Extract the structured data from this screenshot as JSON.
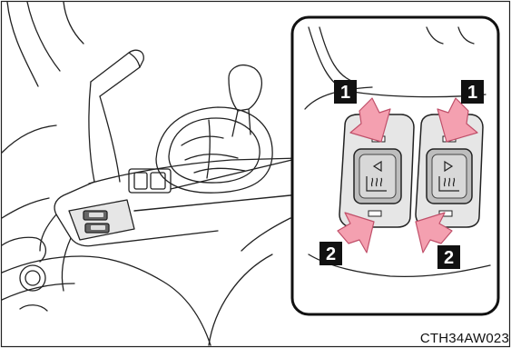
{
  "figure": {
    "caption": "CTH34AW023",
    "steps": [
      {
        "number": "1"
      },
      {
        "number": "1"
      },
      {
        "number": "2"
      },
      {
        "number": "2"
      }
    ]
  },
  "colors": {
    "arrow_fill": "#F4A0B0",
    "arrow_stroke": "#C0506A",
    "switch_fill": "#BDBDBD",
    "panel_fill": "#E6E6E6",
    "badge_fill": "#111111",
    "line": "#222222"
  },
  "icons": [
    "seat-heater-switch-icon",
    "press-arrow-icon"
  ]
}
